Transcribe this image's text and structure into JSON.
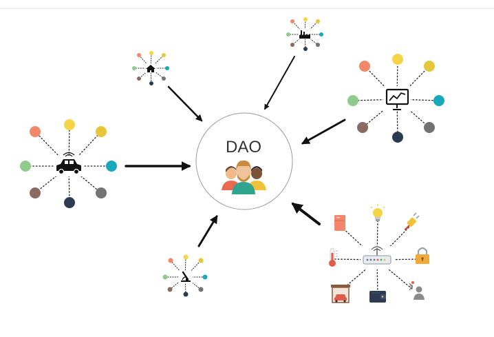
{
  "center": {
    "label": "DAO",
    "icon": "people-group-icon"
  },
  "colors": {
    "salmon": "#f4866a",
    "yellow": "#f5d547",
    "mustard": "#e8c63c",
    "teal": "#17a9bb",
    "green": "#8ecb8c",
    "brown": "#8a6b62",
    "gray": "#737373",
    "navy": "#2c3a52"
  },
  "hubs": [
    {
      "id": "car",
      "icon": "connected-car-icon"
    },
    {
      "id": "home",
      "icon": "home-icon"
    },
    {
      "id": "factory",
      "icon": "factory-icon"
    },
    {
      "id": "analytics",
      "icon": "presentation-chart-icon"
    },
    {
      "id": "lab",
      "icon": "microscope-icon"
    },
    {
      "id": "iot",
      "icon": "wifi-router-icon",
      "devices": [
        "refrigerator-icon",
        "light-bulb-icon",
        "plug-icon",
        "padlock-icon",
        "thermometer-icon",
        "garage-icon",
        "wallet-icon",
        "voice-assistant-icon"
      ]
    }
  ]
}
